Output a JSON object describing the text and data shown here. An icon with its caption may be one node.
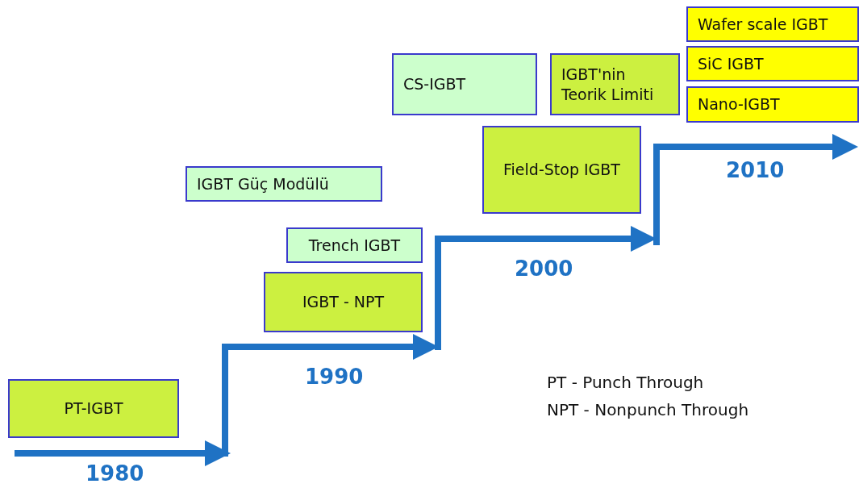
{
  "diagram": {
    "nodes": [
      {
        "text": [
          "PT-IGBT"
        ]
      },
      {
        "text": [
          "IGBT Güç  Modülü"
        ]
      },
      {
        "text": [
          "Trench IGBT"
        ]
      },
      {
        "text": [
          "IGBT - NPT"
        ]
      },
      {
        "text": [
          "CS-IGBT"
        ]
      },
      {
        "text": [
          "Field-Stop IGBT"
        ]
      },
      {
        "text": [
          "IGBT'nin Teorik Limiti"
        ]
      },
      {
        "text": [
          "Wafer scale IGBT"
        ]
      },
      {
        "text": [
          "SiC IGBT"
        ]
      },
      {
        "text": [
          "Nano-IGBT"
        ]
      }
    ],
    "edges": [],
    "labels": [
      "2010",
      "2000",
      "1990",
      "PT - Punch Through",
      "NPT - Nonpunch Through",
      "1980"
    ]
  }
}
